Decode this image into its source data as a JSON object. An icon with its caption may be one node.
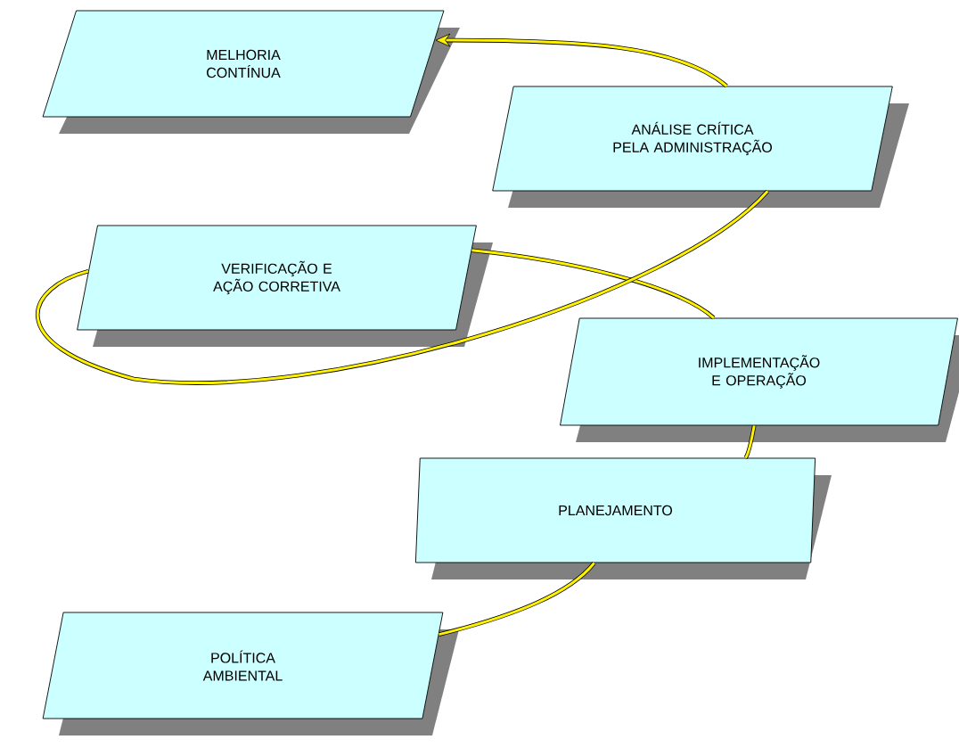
{
  "diagram": {
    "nodes": [
      {
        "text": [
          "MELHORIA CONTÍNUA"
        ]
      },
      {
        "text": [
          "ANÁLISE CRÍTICA PELA ADMINISTRAÇÃO"
        ]
      },
      {
        "text": [
          "VERIFICAÇÃO E AÇÃO CORRETIVA"
        ]
      },
      {
        "text": [
          "IMPLEMENTAÇÃO E OPERAÇÃO"
        ]
      },
      {
        "text": [
          "PLANEJAMENTO"
        ]
      },
      {
        "text": [
          "POLÍTICA AMBIENTAL"
        ]
      }
    ],
    "edges": [
      {
        "from": 5,
        "to": 4,
        "arrow": "none"
      },
      {
        "from": 4,
        "to": 3,
        "arrow": "none"
      },
      {
        "from": 3,
        "to": 2,
        "arrow": "none"
      },
      {
        "from": 2,
        "to": 1,
        "arrow": "none"
      },
      {
        "from": 1,
        "to": 0,
        "arrow": "to"
      }
    ]
  }
}
